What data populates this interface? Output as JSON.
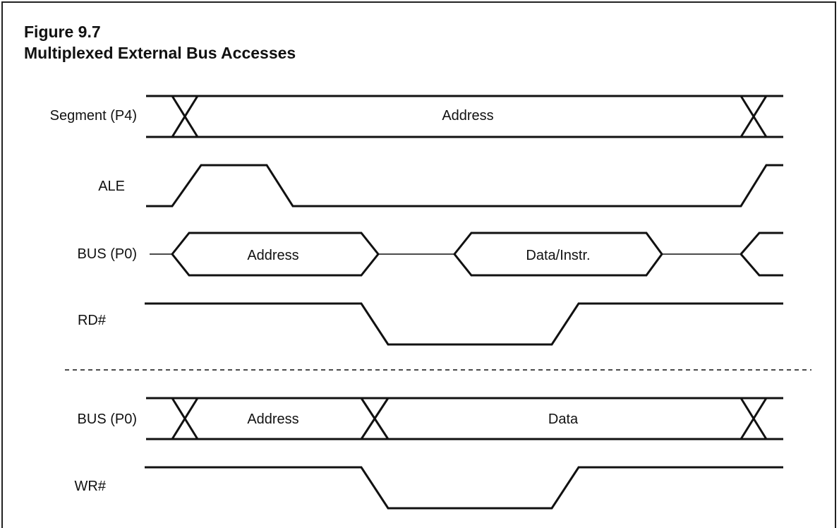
{
  "figure": {
    "number": "Figure 9.7",
    "title": "Multiplexed External Bus Accesses"
  },
  "signals": {
    "segment": {
      "label": "Segment (P4)",
      "value": "Address"
    },
    "ale": {
      "label": "ALE"
    },
    "bus_read": {
      "label": "BUS  (P0)",
      "address": "Address",
      "data": "Data/Instr."
    },
    "rd": {
      "label": "RD#"
    },
    "bus_write": {
      "label": "BUS  (P0)",
      "address": "Address",
      "data": "Data"
    },
    "wr": {
      "label": "WR#"
    }
  }
}
